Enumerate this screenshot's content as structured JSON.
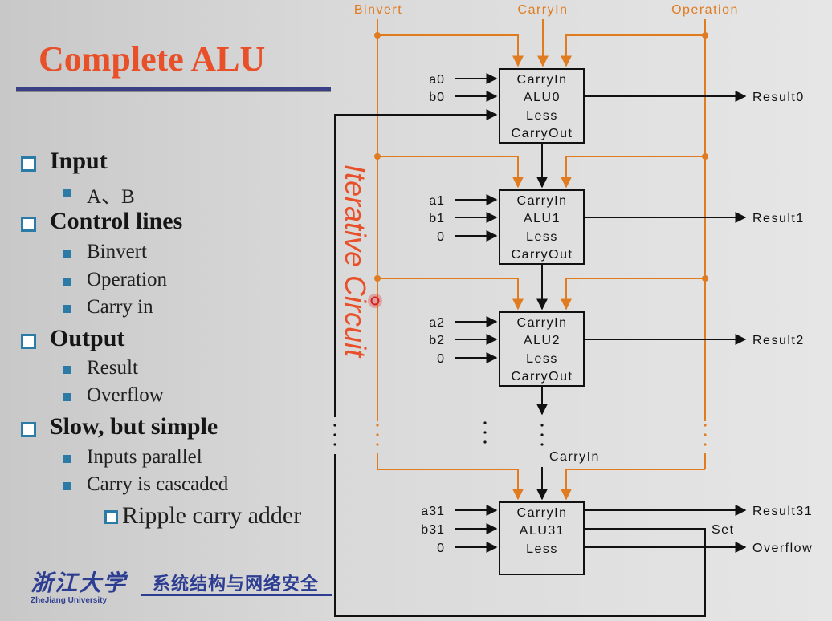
{
  "slide": {
    "title": "Complete ALU",
    "bullets": [
      {
        "label": "Input",
        "subs": [
          "A、B"
        ]
      },
      {
        "label": "Control lines",
        "subs": [
          "Binvert",
          "Operation",
          "Carry in"
        ]
      },
      {
        "label": "Output",
        "subs": [
          "Result",
          "Overflow"
        ]
      },
      {
        "label": "Slow, but simple",
        "subs": [
          "Inputs parallel",
          "Carry is cascaded"
        ]
      }
    ],
    "sub_sub_bullet": "Ripple carry adder",
    "footer_logo_cn": "浙江大学",
    "footer_logo_en": "ZheJiang University",
    "footer_text": "系统结构与网络安全"
  },
  "diagram": {
    "control_labels": [
      "Binvert",
      "CarryIn",
      "Operation"
    ],
    "vertical_label": "Iterative Circuit",
    "alus": [
      {
        "name": "ALU0",
        "inputs": [
          "a0",
          "b0"
        ],
        "result": "Result0",
        "ports": [
          "CarryIn",
          "ALU0",
          "Less",
          "CarryOut"
        ]
      },
      {
        "name": "ALU1",
        "inputs": [
          "a1",
          "b1",
          "0"
        ],
        "result": "Result1",
        "ports": [
          "CarryIn",
          "ALU1",
          "Less",
          "CarryOut"
        ]
      },
      {
        "name": "ALU2",
        "inputs": [
          "a2",
          "b2",
          "0"
        ],
        "result": "Result2",
        "ports": [
          "CarryIn",
          "ALU2",
          "Less",
          "CarryOut"
        ]
      },
      {
        "name": "ALU31",
        "inputs": [
          "a31",
          "b31",
          "0"
        ],
        "result": "Result31",
        "ports": [
          "CarryIn",
          "ALU31",
          "Less"
        ]
      }
    ],
    "carryin_label": "CarryIn",
    "set_label": "Set",
    "overflow_label": "Overflow",
    "colors": {
      "control": "#e07b1f",
      "wire": "#111111",
      "laser": "#e83a3a"
    }
  }
}
